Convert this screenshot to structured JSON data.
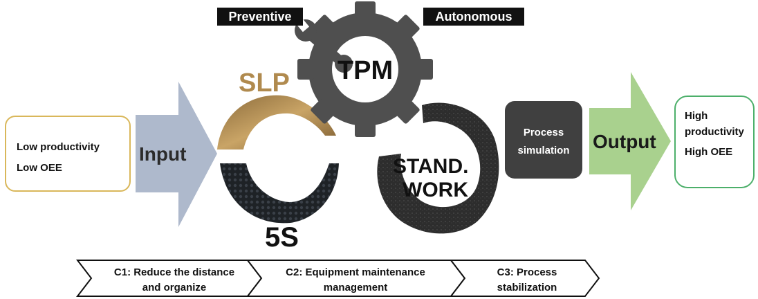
{
  "input_box": {
    "line1": "Low productivity",
    "line2": "Low OEE"
  },
  "input_arrow": {
    "label": "Input"
  },
  "tools": {
    "slp": "SLP",
    "five_s": "5S",
    "tpm": "TPM",
    "standard_work_line1": "STAND.",
    "standard_work_line2": "WORK"
  },
  "tpm_tags": {
    "left": "Preventive",
    "right": "Autonomous"
  },
  "process_box": {
    "line1": "Process",
    "line2": "simulation"
  },
  "output_arrow": {
    "label": "Output"
  },
  "output_box": {
    "line1": "High",
    "line2": "productivity",
    "line3": "High OEE"
  },
  "stages": [
    {
      "line1": "C1: Reduce the distance",
      "line2": "and organize"
    },
    {
      "line1": "C2: Equipment maintenance",
      "line2": "management"
    },
    {
      "line1": "C3: Process",
      "line2": "stabilization"
    }
  ],
  "colors": {
    "input_border": "#d9b75a",
    "input_arrow": "#aeb9cc",
    "slp_gold": "#b08a4e",
    "five_s_dark": "#1e2226",
    "gear": "#4f4f4f",
    "standard_work": "#2f2f2f",
    "process_box": "#404040",
    "output_arrow": "#a9d18e",
    "output_border": "#4caf6a"
  }
}
